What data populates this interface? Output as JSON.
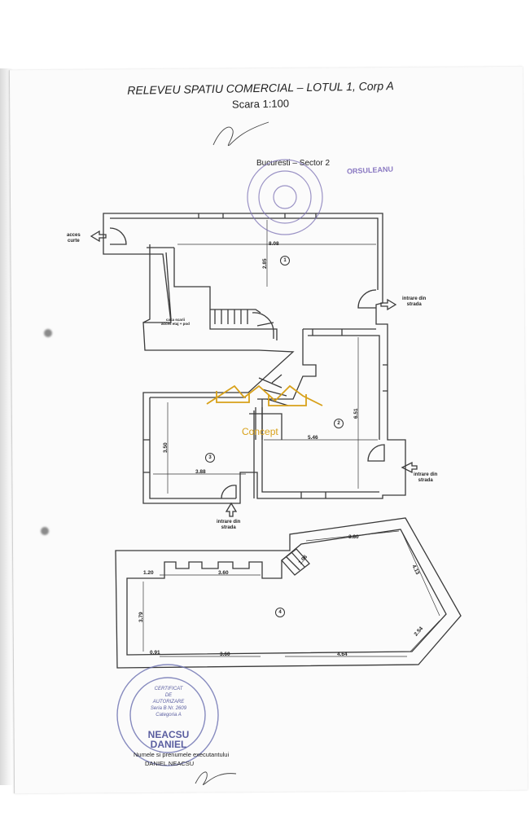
{
  "header": {
    "title": "RELEVEU SPATIU COMERCIAL – LOTUL 1, Corp A",
    "scale": "Scara 1:100",
    "location": "Bucuresti – Sector 2"
  },
  "labels": {
    "acces_curte": [
      "acces",
      "curte"
    ],
    "intrare_top": [
      "intrare din",
      "strada"
    ],
    "intrare_right": [
      "intrare din",
      "strada"
    ],
    "intrare_bottom": [
      "intrare din",
      "strada"
    ],
    "casa_scarii": [
      "casa scarii",
      "acces etaj + pod"
    ]
  },
  "rooms": {
    "r1": "1",
    "r2": "2",
    "r3": "3",
    "r4": "4"
  },
  "dimensions": {
    "d_8_08": "8.08",
    "d_2_85": "2.85",
    "d_6_51": "6.51",
    "d_5_46": "5.46",
    "d_3_50": "3.50",
    "d_3_88": "3.88",
    "d_3_80": "3.80",
    "d_1_06": "1.06",
    "d_4_13": "4.13",
    "d_1_20": "1.20",
    "d_3_60a": "3.60",
    "d_3_79": "3.79",
    "d_2_54": "2.54",
    "d_0_91": "0.91",
    "d_3_60b": "3.60",
    "d_4_64": "4.64"
  },
  "watermark": "Concept",
  "stamp_top": "ORSULEANU",
  "stamp_bottom": {
    "line1": "CERTIFICAT",
    "line2": "DE",
    "line3": "AUTORIZARE",
    "line4": "Seria B Nr. 2609",
    "line5": "Categoria A",
    "name1": "NEACSU",
    "name2": "DANIEL"
  },
  "footer": {
    "caption": "Numele si prenumele executantului",
    "name": "DANIEL NEACSU"
  },
  "colors": {
    "line": "#3a3a3a",
    "stamp": "#6a6fb0",
    "watermark": "#d8a11a"
  }
}
